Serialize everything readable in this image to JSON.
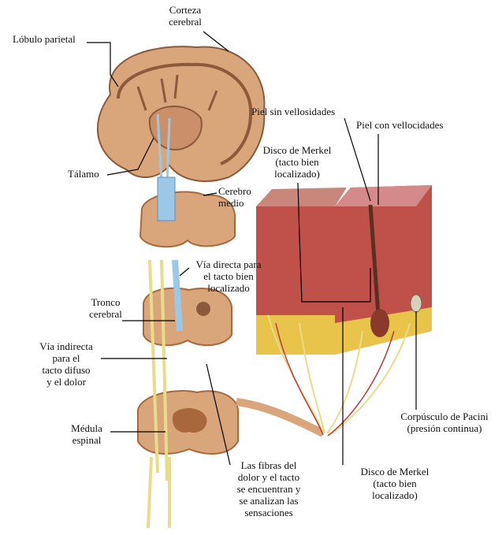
{
  "labels": {
    "corteza": [
      "Corteza",
      "cerebral"
    ],
    "lobulo": [
      "Lóbulo parietal"
    ],
    "talamo": [
      "Tálamo"
    ],
    "cerebro_medio": [
      "Cerebro",
      "medio"
    ],
    "via_directa": [
      "Vía directa para",
      "el tacto bien",
      "localizado"
    ],
    "tronco": [
      "Tronco",
      "cerebral"
    ],
    "via_indirecta": [
      "Vía indirecta",
      "para el",
      "tacto difuso",
      "y el dolor"
    ],
    "medula": [
      "Médula",
      "espinal"
    ],
    "fibras": [
      "Las fibras del",
      "dolor y el tacto",
      "se encuentran y",
      "se analizan las",
      "sensaciones"
    ],
    "piel_sin": [
      "Piel sin vellosidades"
    ],
    "piel_con": [
      "Piel con vellocidades"
    ],
    "merkel_top": [
      "Disco de Merkel",
      "(tacto bien",
      "localizado)"
    ],
    "merkel_bottom": [
      "Disco de Merkel",
      "(tacto bien",
      "localizado)"
    ],
    "pacini": [
      "Corpúsculo de Pacini",
      "(presión continua)"
    ]
  },
  "colors": {
    "tissue": "#d9a57a",
    "tissue_dark": "#a8683c",
    "gray_matter": "#8c5a3a",
    "skin_top": "#c9867a",
    "dermis": "#c0504a",
    "fat": "#e8c44a",
    "nerve_yellow": "#e6dc8a",
    "nerve_blue": "#9cc8e8",
    "leader": "#000000"
  }
}
